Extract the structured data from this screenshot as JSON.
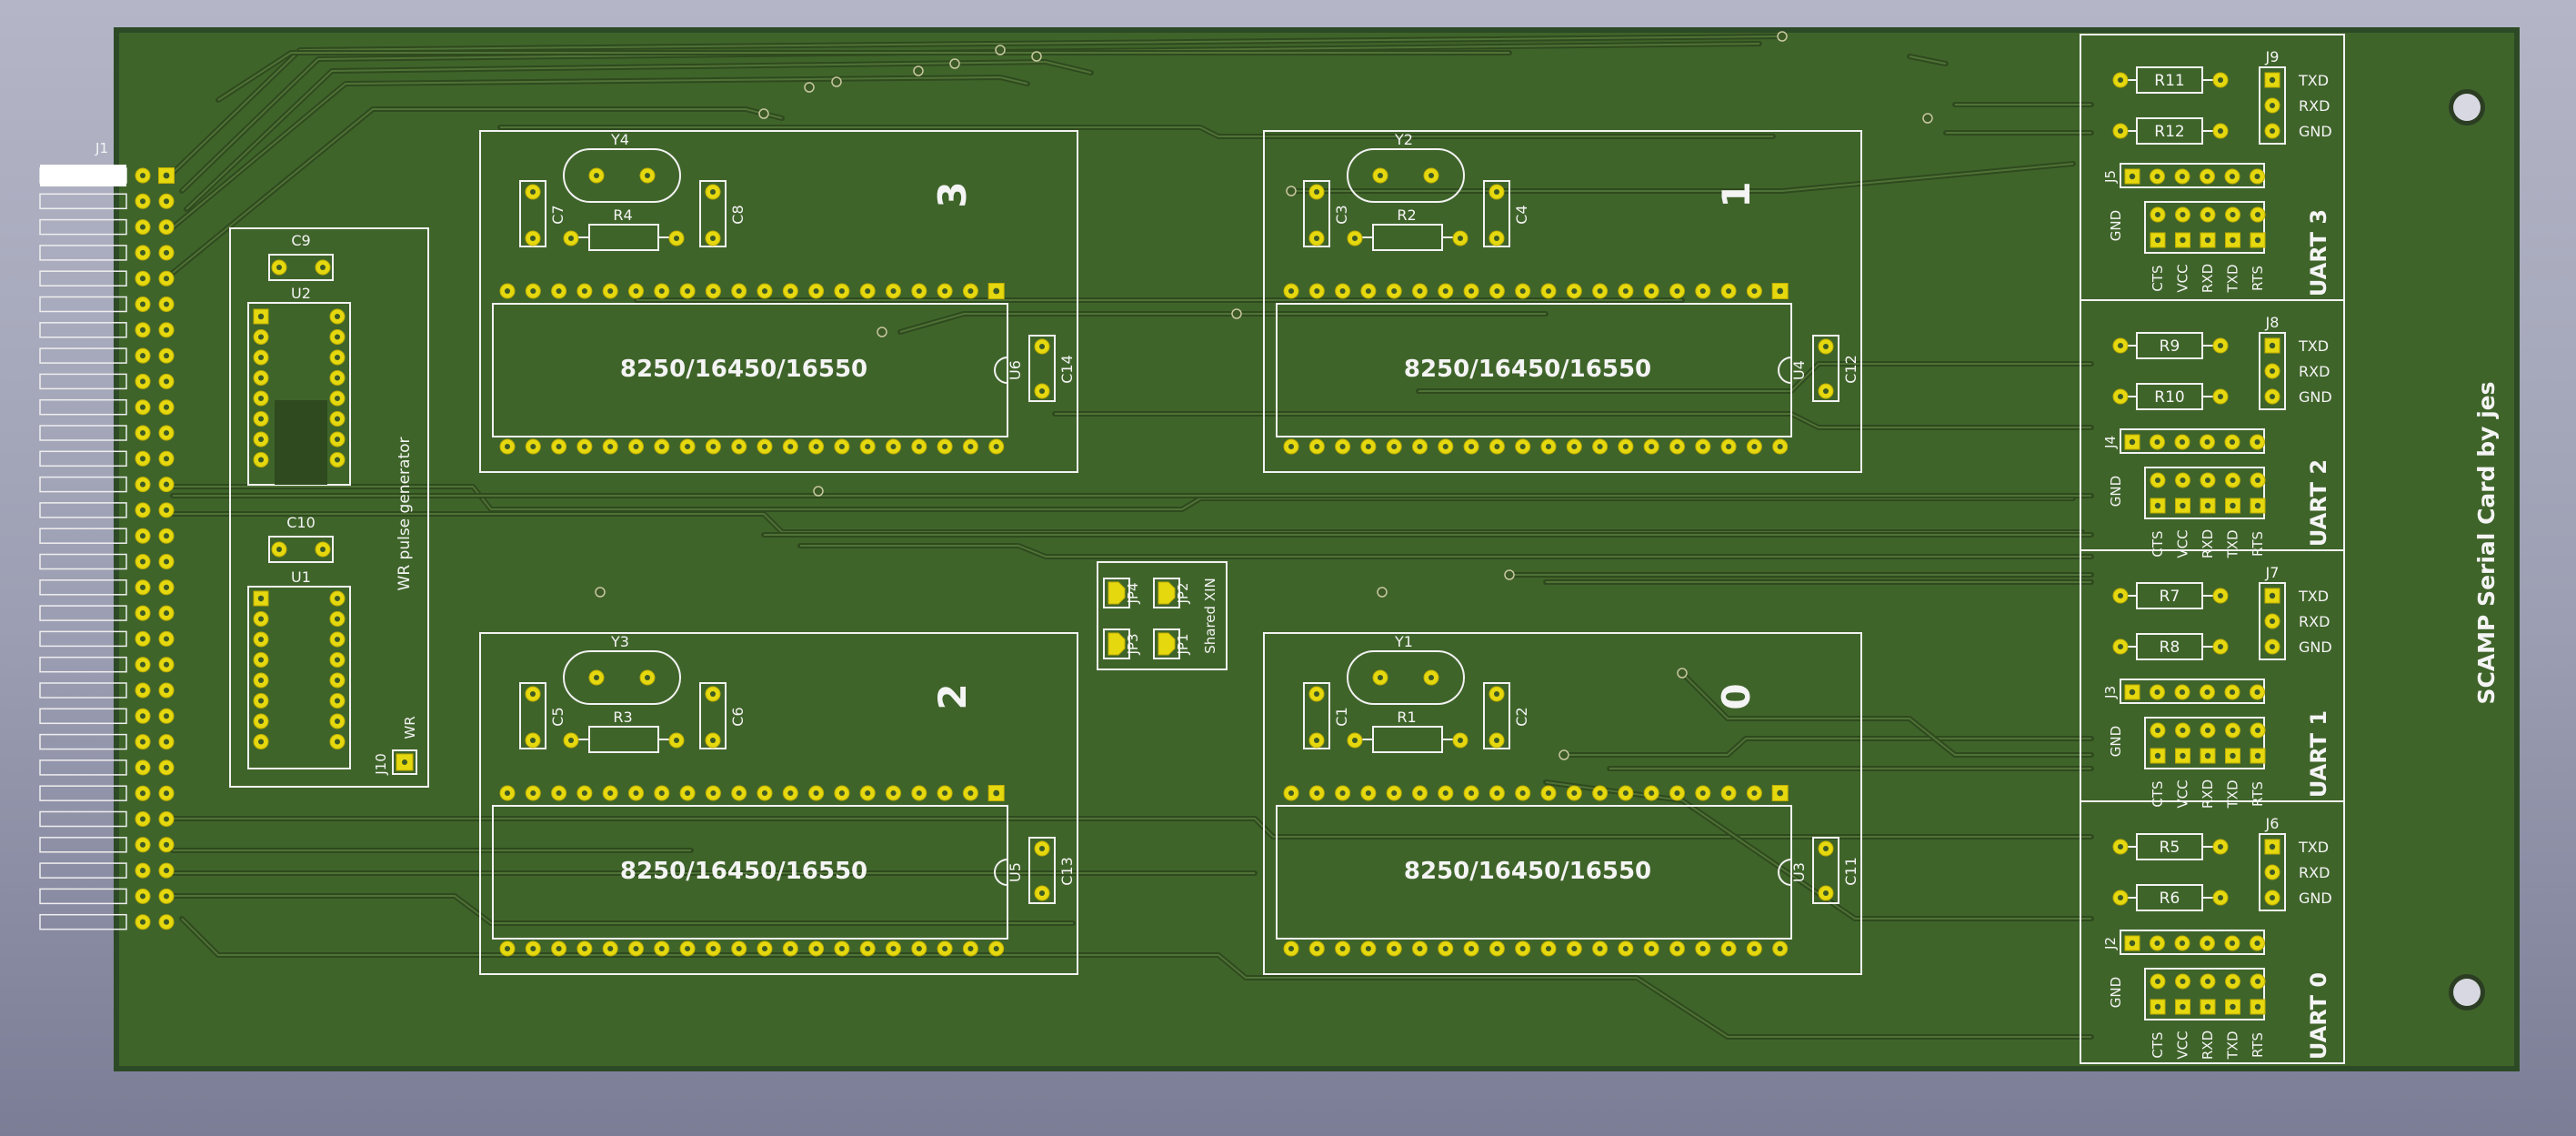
{
  "board": {
    "title": "SCAMP Serial Card by jes",
    "colors": {
      "board": "#3f642a",
      "trace": "#2f4a1e",
      "pad": "#e6d80f",
      "silk": "#f2f2f2",
      "edge": "#2d4a26"
    }
  },
  "connector": {
    "ref": "J1",
    "pins_per_column": 30
  },
  "wr_block": {
    "label": "WR pulse generator",
    "caps": [
      "C9",
      "C10"
    ],
    "ics": [
      "U2",
      "U1"
    ],
    "jumper_ref": "J10",
    "jumper_label": "WR"
  },
  "channels": [
    {
      "num": "3",
      "crystal": "Y4",
      "cap_left": "C7",
      "cap_right": "C8",
      "resistor": "R4",
      "ic_ref": "U6",
      "decoupling": "C14",
      "ic_text": "8250/16450/16550"
    },
    {
      "num": "1",
      "crystal": "Y2",
      "cap_left": "C3",
      "cap_right": "C4",
      "resistor": "R2",
      "ic_ref": "U4",
      "decoupling": "C12",
      "ic_text": "8250/16450/16550"
    },
    {
      "num": "2",
      "crystal": "Y3",
      "cap_left": "C5",
      "cap_right": "C6",
      "resistor": "R3",
      "ic_ref": "U5",
      "decoupling": "C13",
      "ic_text": "8250/16450/16550"
    },
    {
      "num": "0",
      "crystal": "Y1",
      "cap_left": "C1",
      "cap_right": "C2",
      "resistor": "R1",
      "ic_ref": "U3",
      "decoupling": "C11",
      "ic_text": "8250/16450/16550"
    }
  ],
  "jumpers": {
    "refs": [
      "JP4",
      "JP2",
      "JP3",
      "JP1"
    ],
    "label": "Shared XIN"
  },
  "uarts": [
    {
      "name": "UART 3",
      "r_top": "R11",
      "r_bottom": "R12",
      "serial_ref": "J9",
      "hs_ref": "J5"
    },
    {
      "name": "UART 2",
      "r_top": "R9",
      "r_bottom": "R10",
      "serial_ref": "J8",
      "hs_ref": "J4"
    },
    {
      "name": "UART 1",
      "r_top": "R7",
      "r_bottom": "R8",
      "serial_ref": "J7",
      "hs_ref": "J3"
    },
    {
      "name": "UART 0",
      "r_top": "R5",
      "r_bottom": "R6",
      "serial_ref": "J6",
      "hs_ref": "J2"
    }
  ],
  "uart_labels": {
    "serial_pins": [
      "TXD",
      "RXD",
      "GND"
    ],
    "gnd": "GND",
    "handshake": [
      "CTS",
      "VCC",
      "RXD",
      "TXD",
      "RTS"
    ]
  }
}
